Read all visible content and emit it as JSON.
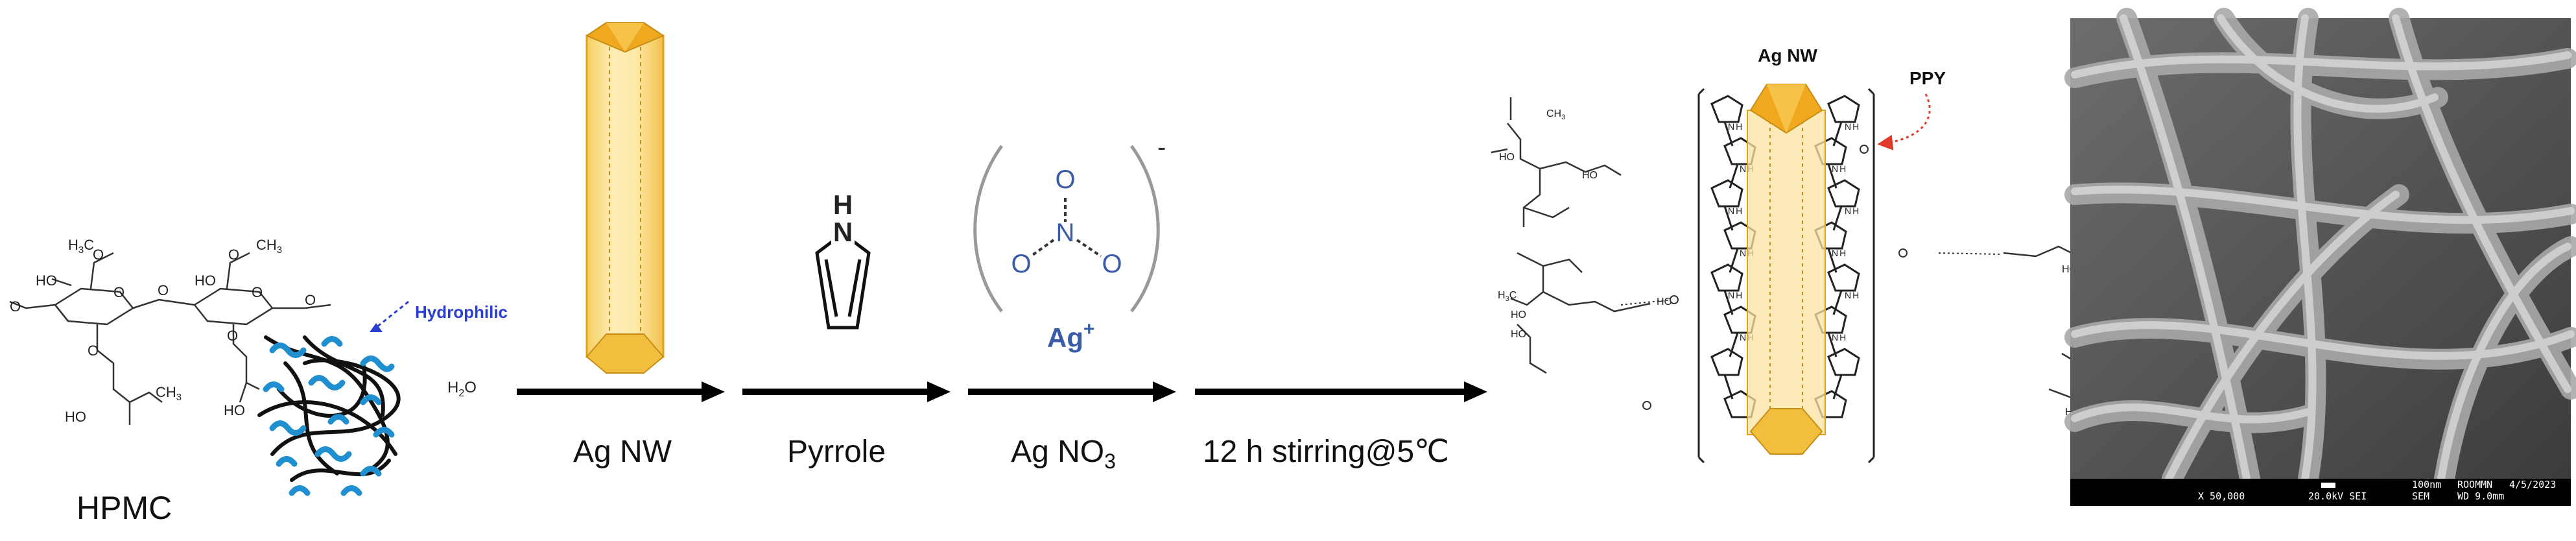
{
  "hpmc": {
    "label": "HPMC",
    "hydrophilic": "Hydrophilic",
    "water": "H",
    "water_sub": "2",
    "water_o": "O",
    "groups": {
      "h3c": "H",
      "h3c_sub": "3",
      "h3c_c": "C",
      "ch3": "CH",
      "ch3_sub": "3",
      "ho": "HO",
      "o": "O"
    }
  },
  "steps": [
    {
      "label": "Ag NW"
    },
    {
      "label": "Pyrrole"
    },
    {
      "label_main": "Ag NO",
      "label_sub": "3"
    },
    {
      "label": "12 h stirring@5℃"
    }
  ],
  "pyrrole": {
    "h": "H",
    "n": "N"
  },
  "nitrate": {
    "o": "O",
    "n": "N",
    "minus": "-",
    "ag": "Ag",
    "plus": "+"
  },
  "product": {
    "agnw_label": "Ag NW",
    "ppy_label": "PPY",
    "n": "N",
    "h": "H"
  },
  "sem": {
    "mag": "X 50,000",
    "kv": "20.0kV SEI",
    "mode": "SEM",
    "wd": "WD 9.0mm",
    "scale": "100nm",
    "lab": "ROOMMN",
    "date": "4/5/2023"
  },
  "colors": {
    "gold": "#f4c542",
    "gold_dark": "#e3a21a",
    "gold_light": "#fde9a6",
    "blue_polymer": "#1f8fd0",
    "arrow": "#000000",
    "ppy_red": "#e03a2a"
  }
}
